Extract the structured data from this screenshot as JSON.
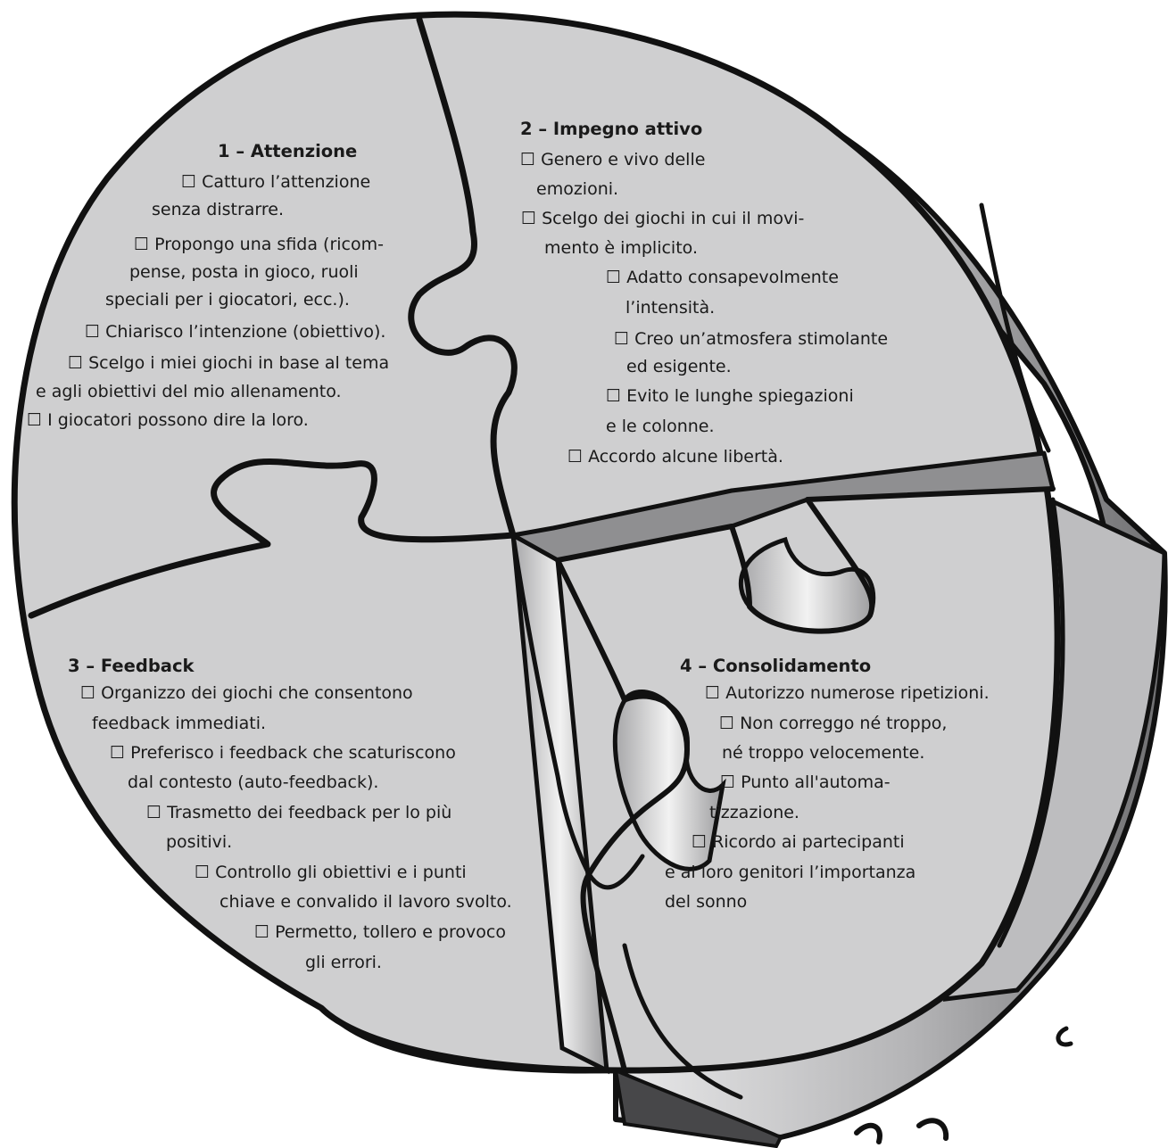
{
  "checkbox": "☐",
  "colors": {
    "face": "#cfcfd0",
    "outline": "#111111",
    "background": "#ffffff"
  },
  "s1": {
    "title": "1 – Attenzione",
    "lines": [
      "☐ Catturo l’attenzione",
      "senza distrarre.",
      "☐ Propongo una sfida (ricom-",
      "pense, posta in gioco, ruoli",
      "speciali per i giocatori, ecc.).",
      "☐ Chiarisco l’intenzione (obiettivo).",
      "☐ Scelgo i miei giochi in base al tema",
      "e agli obiettivi del mio allenamento.",
      "☐ I giocatori possono dire la loro."
    ]
  },
  "s2": {
    "title": "2 – Impegno attivo",
    "lines": [
      "☐ Genero e vivo delle",
      "emozioni.",
      "☐ Scelgo dei giochi in cui il movi-",
      "mento è implicito.",
      "☐ Adatto consapevolmente",
      "l’intensità.",
      "☐ Creo un’atmosfera stimolante",
      "ed esigente.",
      "☐ Evito le lunghe spiegazioni",
      "e le colonne.",
      "☐ Accordo alcune libertà."
    ]
  },
  "s3": {
    "title": "3 – Feedback",
    "lines": [
      "☐ Organizzo dei giochi che consentono",
      "feedback immediati.",
      "☐ Preferisco i feedback che scaturiscono",
      "dal contesto (auto-feedback).",
      "☐ Trasmetto dei feedback per lo più",
      "positivi.",
      "☐ Controllo gli obiettivi e i punti",
      "chiave e convalido il lavoro svolto.",
      "☐ Permetto, tollero e provoco",
      "gli errori."
    ]
  },
  "s4": {
    "title": "4 – Consolidamento",
    "lines": [
      "☐ Autorizzo numerose ripetizioni.",
      "☐ Non correggo né troppo,",
      "né troppo velocemente.",
      "☐ Punto all'automa-",
      "tizzazione.",
      "☐ Ricordo ai partecipanti",
      "e ai loro genitori l’importanza",
      "del sonno"
    ]
  }
}
